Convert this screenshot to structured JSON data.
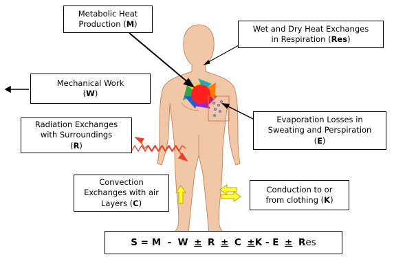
{
  "labels": {
    "metabolic": {
      "line1": "Metabolic Heat",
      "line2_pre": "Production (",
      "key": "M",
      "post": ")"
    },
    "respiration": {
      "line1": "Wet and Dry Heat Exchanges",
      "line2_pre": "in Respiration (",
      "key": "Res",
      "post": ")"
    },
    "mechanical": {
      "line1": "Mechanical Work",
      "line2_pre": "(",
      "key": "W",
      "post": ")"
    },
    "radiation": {
      "line1": "Radiation Exchanges",
      "line2": "with Surroundings",
      "line3_pre": "(",
      "key": "R",
      "post": ")"
    },
    "evaporation": {
      "line1": "Evaporation Losses in",
      "line2": "Sweating and Perspiration",
      "line3_pre": "(",
      "key": "E",
      "post": ")"
    },
    "convection": {
      "line1": "Convection",
      "line2": "Exchanges with air",
      "line3_pre": "Layers (",
      "key": "C",
      "post": ")"
    },
    "conduction": {
      "line1": "Conduction to or",
      "line2_pre": "from clothing (",
      "key": "K",
      "post": ")"
    }
  },
  "equation": {
    "S": "S",
    "eq": " = ",
    "M": "M",
    "minus1": "  -  ",
    "W": "W",
    "pm": "±",
    "R": "R",
    "C": "C",
    "K": "K",
    "minus2": " - ",
    "E": "E",
    "Res_R": "R",
    "Res_rest": "es"
  },
  "colors": {
    "skin": "#f0c8a8",
    "skin_outline": "#c9875f",
    "heat_core": "#ff2020",
    "radiation_wave": "#e8402a",
    "air_arrow": "#ffff33",
    "air_arrow_outline": "#c8a000",
    "evaporation_box": "#e07050",
    "evaporation_dots": "#3030a0"
  }
}
